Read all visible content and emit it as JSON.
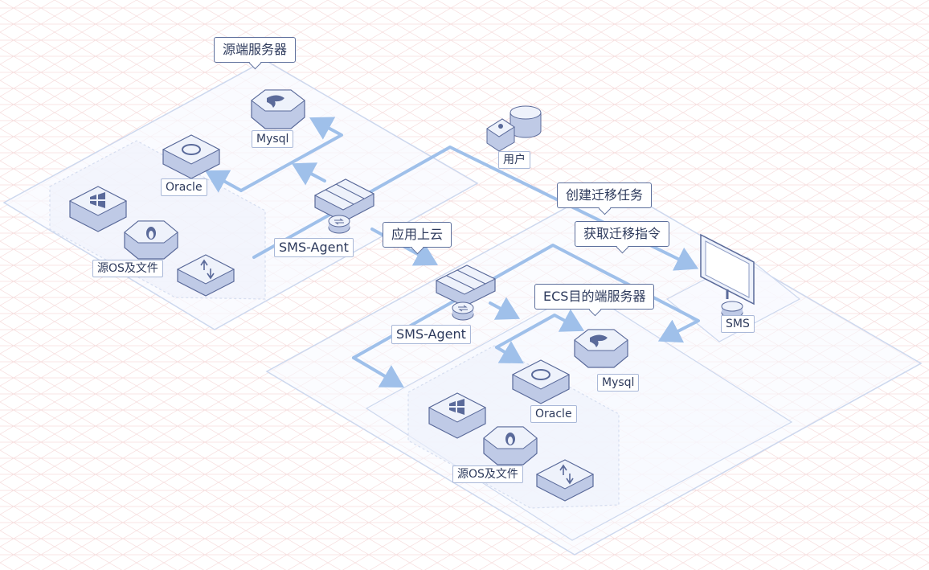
{
  "labels": {
    "source_server": "源端服务器",
    "mysql_src": "Mysql",
    "oracle_src": "Oracle",
    "os_files_src": "源OS及文件",
    "agent_src": "SMS-Agent",
    "user": "用户",
    "create_task": "创建迁移任务",
    "get_command": "获取迁移指令",
    "app_cloud": "应用上云",
    "agent_dst": "SMS-Agent",
    "ecs_target": "ECS目的端服务器",
    "mysql_dst": "Mysql",
    "oracle_dst": "Oracle",
    "os_files_dst": "源OS及文件",
    "sms": "SMS"
  },
  "colors": {
    "grid": "#f6dcdc",
    "platform_stroke": "#cdd8ee",
    "arrow": "#9fc0ea",
    "node_top": "#eef2fb",
    "node_side": "#bfcae6",
    "node_stroke": "#5a6a9a",
    "label_border": "#5d6f9c",
    "text": "#2d3a5c"
  },
  "icons": [
    "mysql-icon",
    "oracle-icon",
    "windows-icon",
    "linux-icon",
    "file-transfer-icon",
    "server-icon",
    "database-icon",
    "user-icon",
    "monitor-icon"
  ]
}
